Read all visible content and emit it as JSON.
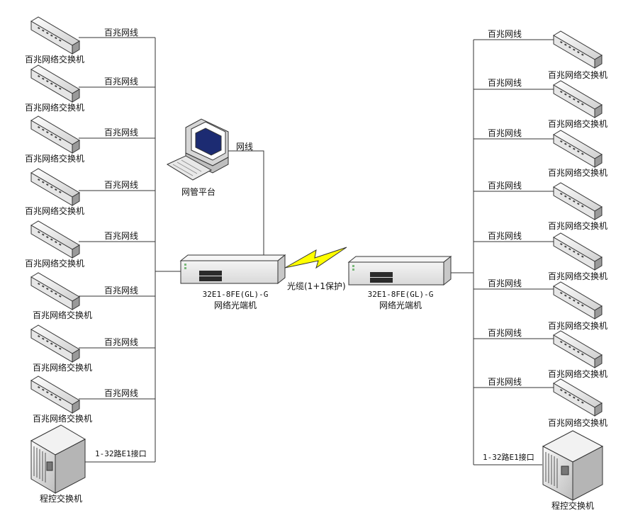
{
  "left": {
    "switches": [
      {
        "label": "百兆网络交换机",
        "link": "百兆网线"
      },
      {
        "label": "百兆网络交换机",
        "link": "百兆网线"
      },
      {
        "label": "百兆网络交换机",
        "link": "百兆网线"
      },
      {
        "label": "百兆网络交换机",
        "link": "百兆网线"
      },
      {
        "label": "百兆网络交换机",
        "link": "百兆网线"
      },
      {
        "label": "百兆网络交换机",
        "link": "百兆网线"
      },
      {
        "label": "百兆网络交换机",
        "link": "百兆网线"
      },
      {
        "label": "百兆网络交换机",
        "link": "百兆网线"
      }
    ],
    "pbx": {
      "label": "程控交换机",
      "link": "1-32路E1接口"
    },
    "transceiver": {
      "model": "32E1-8FE(GL)-G",
      "name": "网络光端机"
    }
  },
  "right": {
    "switches": [
      {
        "label": "百兆网络交换机",
        "link": "百兆网线"
      },
      {
        "label": "百兆网络交换机",
        "link": "百兆网线"
      },
      {
        "label": "百兆网络交换机",
        "link": "百兆网线"
      },
      {
        "label": "百兆网络交换机",
        "link": "百兆网线"
      },
      {
        "label": "百兆网络交换机",
        "link": "百兆网线"
      },
      {
        "label": "百兆网络交换机",
        "link": "百兆网线"
      },
      {
        "label": "百兆网络交换机",
        "link": "百兆网线"
      },
      {
        "label": "百兆网络交换机",
        "link": "百兆网线"
      }
    ],
    "pbx": {
      "label": "程控交换机",
      "link": "1-32路E1接口"
    },
    "transceiver": {
      "model": "32E1-8FE(GL)-G",
      "name": "网络光端机"
    }
  },
  "nms": {
    "label": "网管平台",
    "link": "网线"
  },
  "fiber": {
    "label": "光缆(1+1保护)"
  }
}
